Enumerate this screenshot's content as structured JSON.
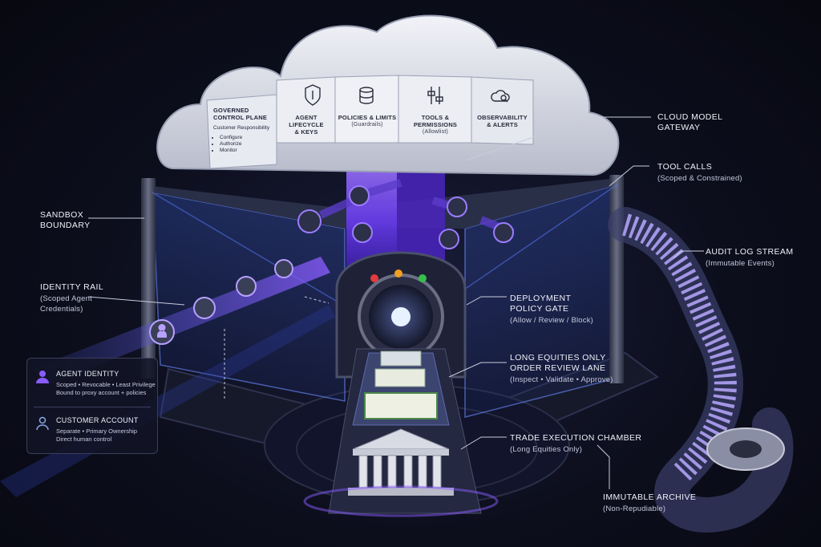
{
  "cloud_panels": {
    "governed": {
      "title_1": "GOVERNED",
      "title_2": "CONTROL PLANE",
      "responsibility": "Customer Responsibility",
      "bullets": [
        "Configure",
        "Authorize",
        "Monitor"
      ]
    },
    "lifecycle": {
      "title_1": "AGENT LIFECYCLE",
      "title_2": "& KEYS",
      "icon": "shield-icon"
    },
    "policies": {
      "title": "POLICIES & LIMITS",
      "sub": "(Guardrails)",
      "icon": "database-icon"
    },
    "tools": {
      "title": "TOOLS & PERMISSIONS",
      "sub": "(Allowlist)",
      "icon": "sliders-icon"
    },
    "observability": {
      "title_1": "OBSERVABILITY",
      "title_2": "& ALERTS",
      "icon": "cloud-search-icon"
    }
  },
  "labels": {
    "cloud_gateway": {
      "line1": "CLOUD MODEL",
      "line2": "GATEWAY"
    },
    "tool_calls": {
      "title": "TOOL CALLS",
      "sub": "(Scoped & Constrained)"
    },
    "sandbox": {
      "line1": "SANDBOX",
      "line2": "BOUNDARY"
    },
    "identity_rail": {
      "title": "IDENTITY RAIL",
      "sub1": "(Scoped Agent",
      "sub2": "Credentials)"
    },
    "audit_log": {
      "title": "AUDIT LOG STREAM",
      "sub": "(Immutable Events)"
    },
    "policy_gate": {
      "line1": "DEPLOYMENT",
      "line2": "POLICY GATE",
      "sub": "(Allow / Review / Block)"
    },
    "review_lane": {
      "line1": "LONG EQUITIES ONLY",
      "line2": "ORDER REVIEW LANE",
      "sub": "(Inspect • Validate • Approve)"
    },
    "execution": {
      "title": "TRADE EXECUTION CHAMBER",
      "sub": "(Long Equities Only)"
    },
    "archive": {
      "title": "IMMUTABLE ARCHIVE",
      "sub": "(Non-Repudiable)"
    }
  },
  "legend": {
    "agent": {
      "title": "AGENT IDENTITY",
      "line1": "Scoped • Revocable • Least Privilege",
      "line2": "Bound to proxy account + policies",
      "icon": "agent-person-icon"
    },
    "customer": {
      "title": "CUSTOMER ACCOUNT",
      "line1": "Separate • Primary Ownership",
      "line2": "Direct human control",
      "icon": "customer-person-icon"
    }
  },
  "gate_lights": [
    "#e23b3b",
    "#f0a020",
    "#35c04a"
  ],
  "colors": {
    "accent": "#8a5cff",
    "glass": "#5a8cff",
    "text": "#eef0f8"
  }
}
